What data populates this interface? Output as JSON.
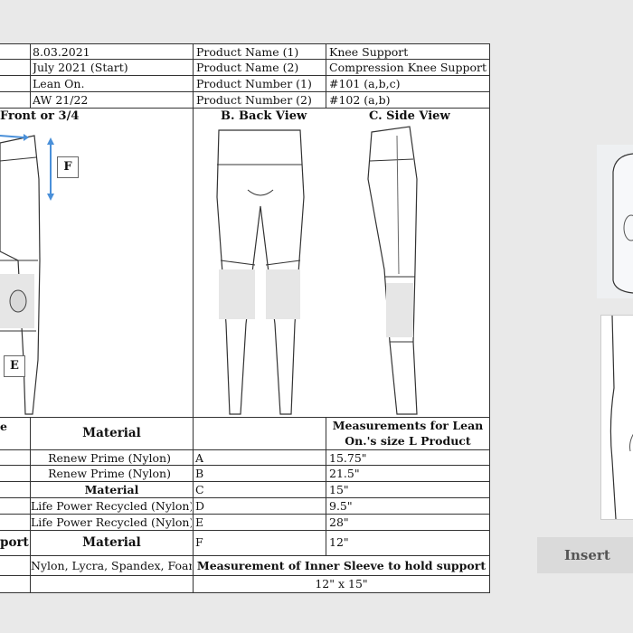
{
  "header_rows": [
    {
      "value": "8.03.2021",
      "label": "Product Name (1)",
      "value2": "Knee Support"
    },
    {
      "value": "July 2021 (Start)",
      "label": "Product Name (2)",
      "value2": "Compression Knee Support"
    },
    {
      "value": "Lean On.",
      "label": "Product Number (1)",
      "value2": "#101 (a,b,c)"
    },
    {
      "value": "AW 21/22",
      "label": "Product Number (2)",
      "value2": "#102 (a,b)"
    }
  ],
  "views": {
    "front": "Front or 3/4",
    "back": "B. Back View",
    "side": "C. Side View"
  },
  "markers": {
    "f": "F",
    "e": "E"
  },
  "materials_header": {
    "left_fragment": "e",
    "material": "Material",
    "measure_title_line1": "Measurements for Lean",
    "measure_title_line2": "On.'s size L Product"
  },
  "material_rows": [
    {
      "left": "",
      "material": "Renew Prime (Nylon)",
      "code": "A",
      "measure": "15.75\""
    },
    {
      "left": "",
      "material": "Renew Prime (Nylon)",
      "code": "B",
      "measure": "21.5\""
    },
    {
      "left": "",
      "material": "Material",
      "code": "C",
      "measure": "15\""
    },
    {
      "left": "",
      "material": "Life Power Recycled (Nylon)",
      "code": "D",
      "measure": "9.5\""
    },
    {
      "left": "",
      "material": "Life Power Recycled (Nylon)",
      "code": "E",
      "measure": "28\""
    },
    {
      "left": "port",
      "material": "Material",
      "code": "F",
      "measure": "12\""
    }
  ],
  "support_row": {
    "material": "Nylon, Lycra, Spandex, Foam",
    "inner_title": "Measurement of Inner Sleeve to hold support",
    "inner_value": "12\" x 15\""
  },
  "insert_button": "Insert",
  "colors": {
    "background": "#e9e9e9",
    "arrow": "#4a90d9",
    "knee_panel": "#e6e6e6"
  }
}
